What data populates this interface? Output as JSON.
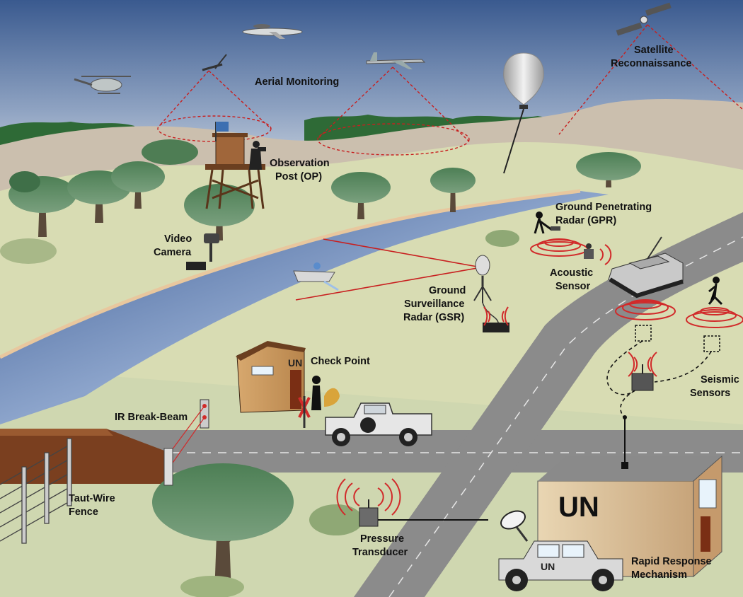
{
  "labels": {
    "aerial_monitoring": "Aerial Monitoring",
    "satellite_1": "Satellite",
    "satellite_2": "Reconnaissance",
    "op_1": "Observation",
    "op_2": "Post (OP)",
    "video_1": "Video",
    "video_2": "Camera",
    "gpr_1": "Ground Penetrating",
    "gpr_2": "Radar (GPR)",
    "acoustic_1": "Acoustic",
    "acoustic_2": "Sensor",
    "gsr_1": "Ground",
    "gsr_2": "Surveillance",
    "gsr_3": "Radar (GSR)",
    "check_point": "Check Point",
    "ir_beam": "IR Break-Beam",
    "seismic_1": "Seismic",
    "seismic_2": "Sensors",
    "fence_1": "Taut-Wire",
    "fence_2": "Fence",
    "pressure_1": "Pressure",
    "pressure_2": "Transducer",
    "rrm_1": "Rapid Response",
    "rrm_2": "Mechanism",
    "un_building": "UN",
    "un_hut": "UN",
    "un_jeep": "UN"
  },
  "colors": {
    "sky_top": "#3f5f93",
    "sky_bottom": "#c9d3df",
    "hills": "#cdc0ae",
    "ground": "#d6dbb6",
    "river": "#5d7bb0",
    "road": "#8a8a8a",
    "signal_red": "#d12a2a"
  }
}
